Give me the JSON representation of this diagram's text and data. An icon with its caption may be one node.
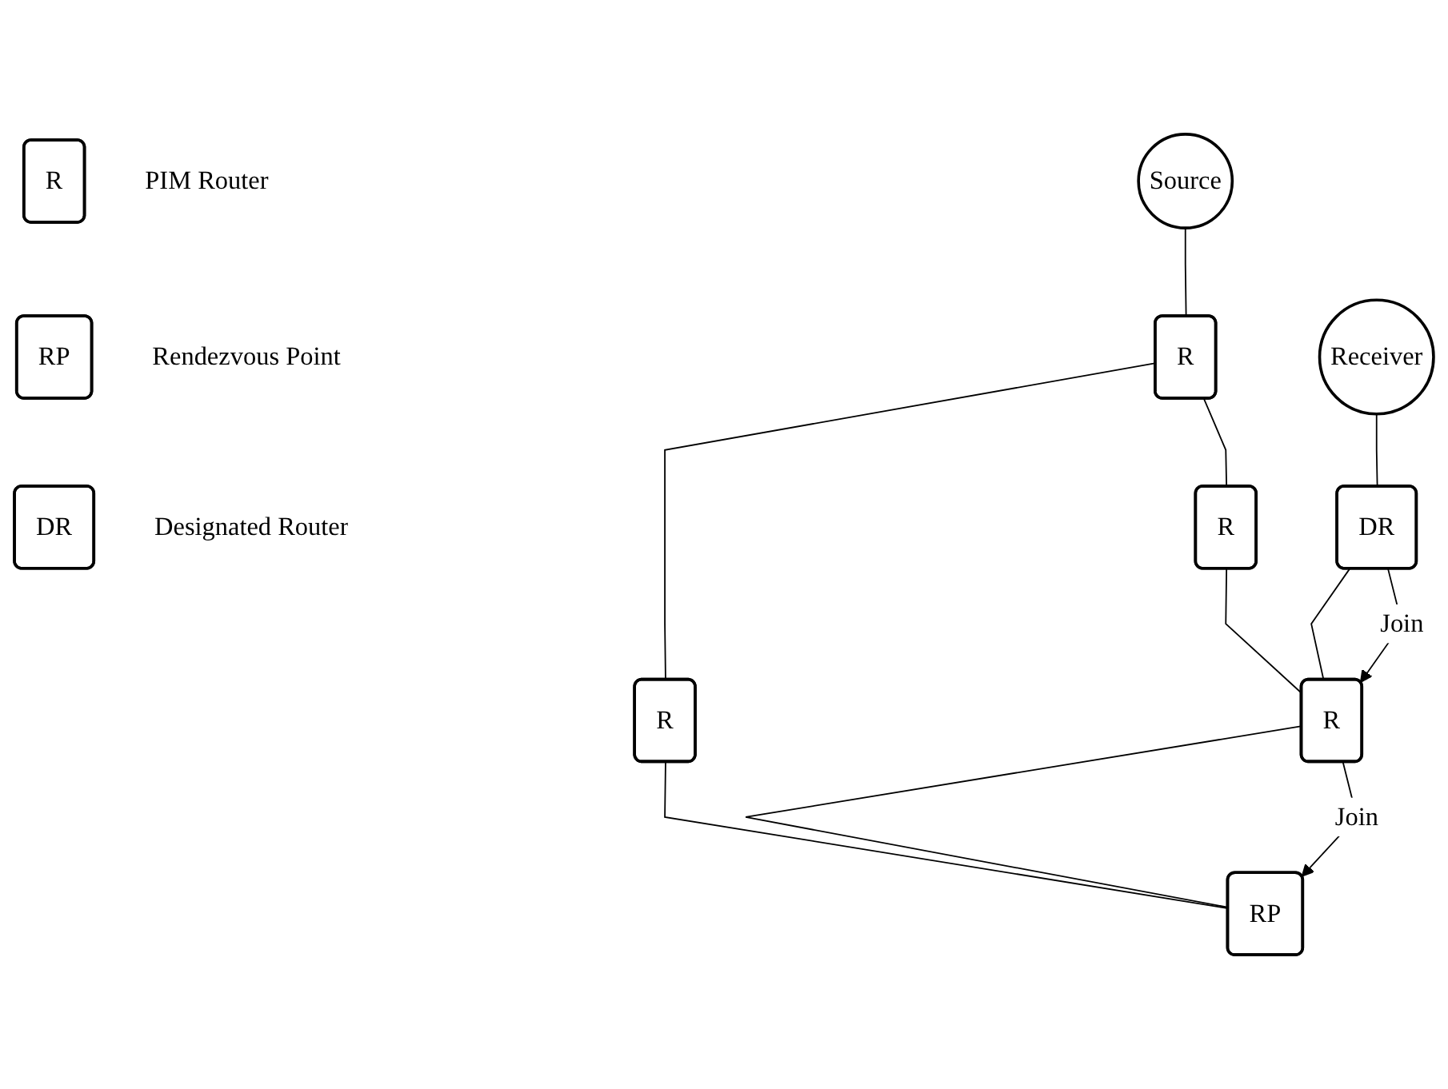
{
  "diagram": {
    "nodes": [
      {
        "text": [
          "R"
        ],
        "beside": [
          "PIM Router"
        ]
      },
      {
        "text": [
          "RP"
        ],
        "beside": [
          "Rendezvous Point"
        ]
      },
      {
        "text": [
          "DR"
        ],
        "beside": [
          "Designated Router"
        ]
      },
      {
        "text": [
          "Source"
        ]
      },
      {
        "text": [
          "R"
        ]
      },
      {
        "text": [
          "R"
        ]
      },
      {
        "text": [
          "R"
        ]
      },
      {
        "text": [
          "Receiver"
        ]
      },
      {
        "text": [
          "DR"
        ]
      },
      {
        "text": [
          "R"
        ]
      },
      {
        "text": [
          "RP"
        ]
      }
    ],
    "edges": [
      {
        "from": 3,
        "to": 4,
        "arrow": "none"
      },
      {
        "from": 4,
        "to": 5,
        "arrow": "none"
      },
      {
        "from": 4,
        "to": 6,
        "arrow": "none"
      },
      {
        "from": 5,
        "to": 9,
        "arrow": "none"
      },
      {
        "from": 6,
        "to": 10,
        "arrow": "none"
      },
      {
        "from": 7,
        "to": 8,
        "arrow": "none"
      },
      {
        "from": 8,
        "to": 9,
        "arrow": "none"
      },
      {
        "from": 8,
        "to": 9,
        "arrow": "to",
        "label": "Join"
      },
      {
        "from": 9,
        "to": 10,
        "arrow": "none"
      },
      {
        "from": 9,
        "to": 10,
        "arrow": "to",
        "label": "Join"
      }
    ]
  }
}
